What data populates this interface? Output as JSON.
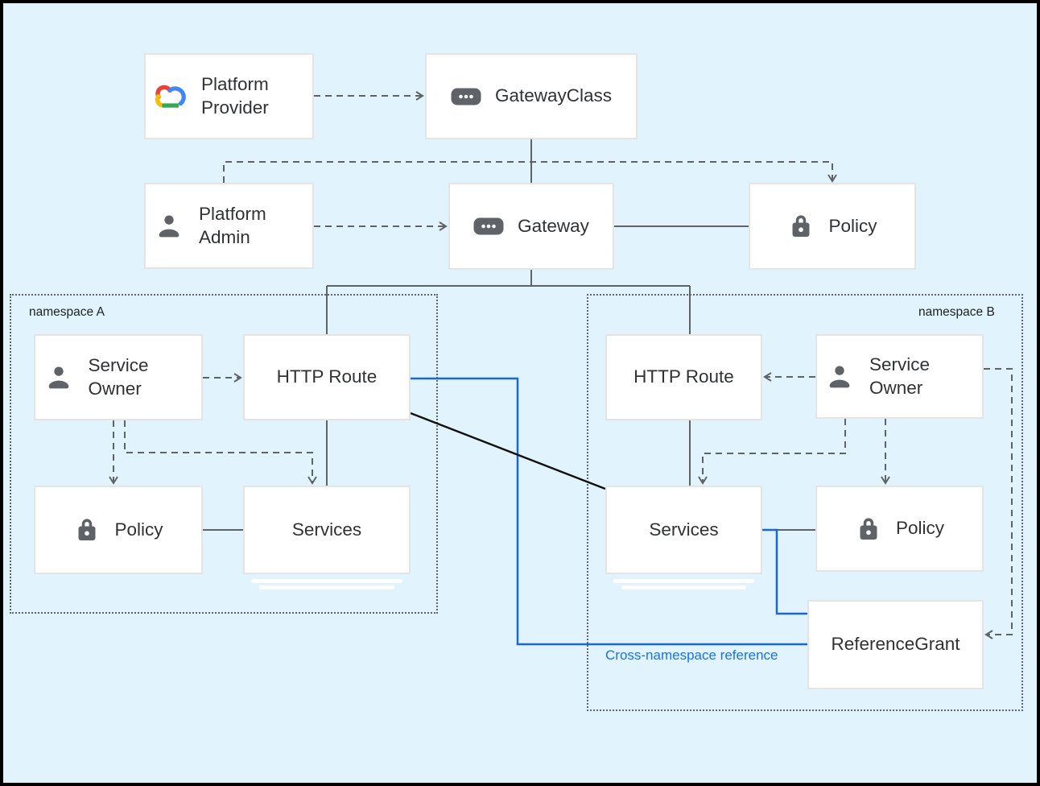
{
  "diagram": {
    "description": "Kubernetes Gateway API resource model",
    "colors": {
      "background": "#E1F3FC",
      "node_fill": "#FFFFFF",
      "node_border": "#E6E4E2",
      "line_gray": "#5F6368",
      "icon_gray": "#5F6368",
      "cross_reference_blue": "#1967D2",
      "cross_reference_label_blue": "#1A73E8",
      "direct_reference_black": "#111111",
      "text": "#303234",
      "google_red": "#EA4335",
      "google_blue": "#4285F4",
      "google_yellow": "#FBBC04",
      "google_green": "#34A853"
    },
    "namespace_a": {
      "label": "namespace A"
    },
    "namespace_b": {
      "label": "namespace B"
    },
    "nodes": {
      "platform_provider": {
        "label": "Platform Provider",
        "icon": "google-cloud-icon"
      },
      "gateway_class": {
        "label": "GatewayClass",
        "icon": "resource-chip-icon"
      },
      "platform_admin": {
        "label": "Platform Admin",
        "icon": "person-icon"
      },
      "gateway": {
        "label": "Gateway",
        "icon": "resource-chip-icon"
      },
      "policy_cluster": {
        "label": "Policy",
        "icon": "lock-icon"
      },
      "service_owner_a": {
        "label": "Service Owner",
        "icon": "person-icon"
      },
      "http_route_a": {
        "label": "HTTP Route"
      },
      "policy_a": {
        "label": "Policy",
        "icon": "lock-icon"
      },
      "services_a": {
        "label": "Services"
      },
      "http_route_b": {
        "label": "HTTP Route"
      },
      "service_owner_b": {
        "label": "Service Owner",
        "icon": "person-icon"
      },
      "services_b": {
        "label": "Services"
      },
      "policy_b": {
        "label": "Policy",
        "icon": "lock-icon"
      },
      "reference_grant": {
        "label": "ReferenceGrant"
      }
    },
    "annotations": {
      "cross_namespace_reference": "Cross-namespace reference"
    }
  }
}
